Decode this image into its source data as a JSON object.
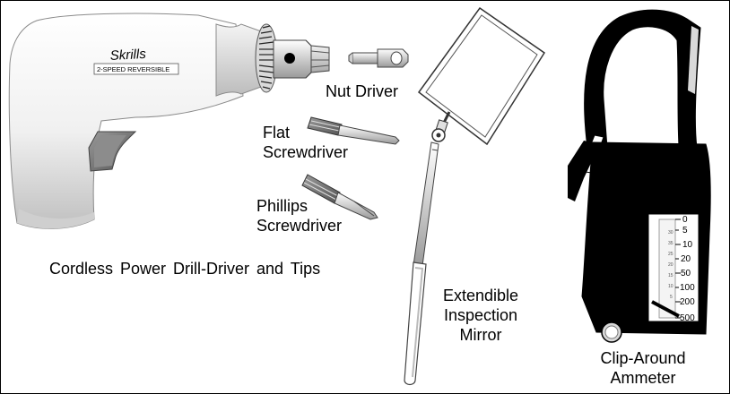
{
  "labels": {
    "nut_driver": "Nut Driver",
    "flat_screwdriver": [
      "Flat",
      "Screwdriver"
    ],
    "phillips_screwdriver": [
      "Phillips",
      "Screwdriver"
    ],
    "drill_caption": "Cordless Power Drill-Driver and Tips",
    "mirror": [
      "Extendible",
      "Inspection",
      "Mirror"
    ],
    "ammeter": [
      "Clip-Around",
      "Ammeter"
    ]
  },
  "drill": {
    "brand": "Skrills",
    "badge": "2-SPEED REVERSIBLE"
  },
  "ammeter_scale": {
    "major": [
      "0",
      "5",
      "10",
      "20",
      "50",
      "100",
      "200",
      "500"
    ],
    "minor": [
      "30",
      "35",
      "25",
      "20",
      "15",
      "10",
      "5"
    ]
  }
}
